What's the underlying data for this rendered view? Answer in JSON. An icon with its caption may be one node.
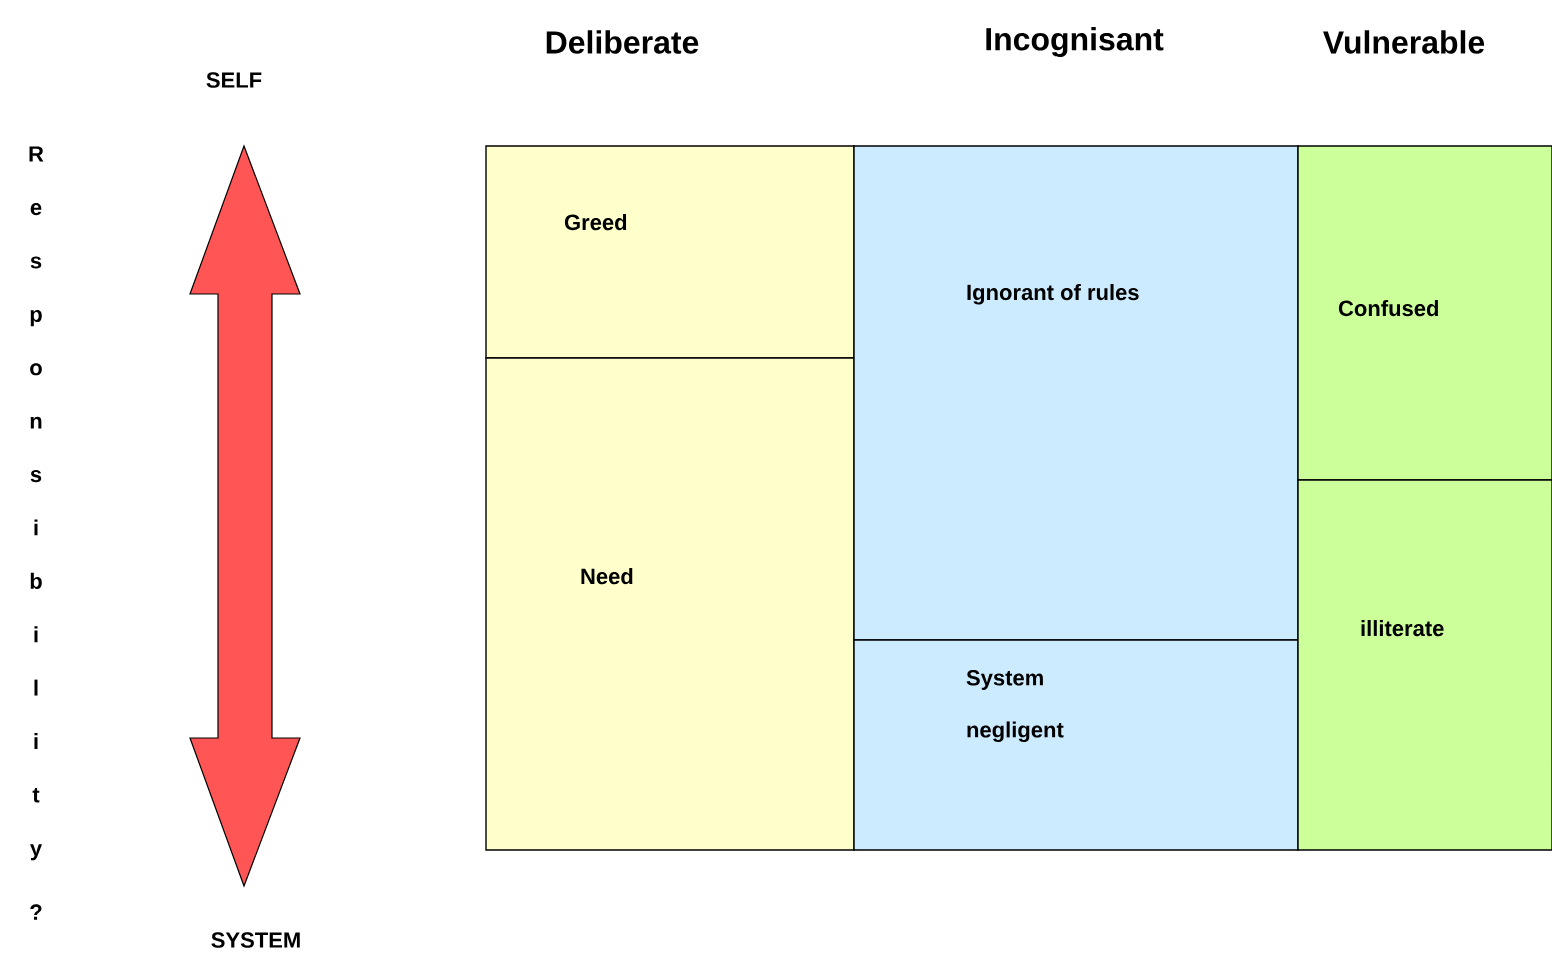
{
  "diagram": {
    "nodes": [
      {
        "text": [
          "Greed"
        ]
      },
      {
        "text": [
          "Need"
        ]
      },
      {
        "text": [
          "Ignorant of rules"
        ]
      },
      {
        "text": [
          "System negligent"
        ]
      },
      {
        "text": [
          "Confused"
        ]
      },
      {
        "text": [
          "illiterate"
        ]
      }
    ],
    "labels": [
      "Deliberate",
      "Incognisant",
      "Vulnerable",
      "SELF",
      "Responsibility",
      "?",
      "SYSTEM"
    ]
  }
}
